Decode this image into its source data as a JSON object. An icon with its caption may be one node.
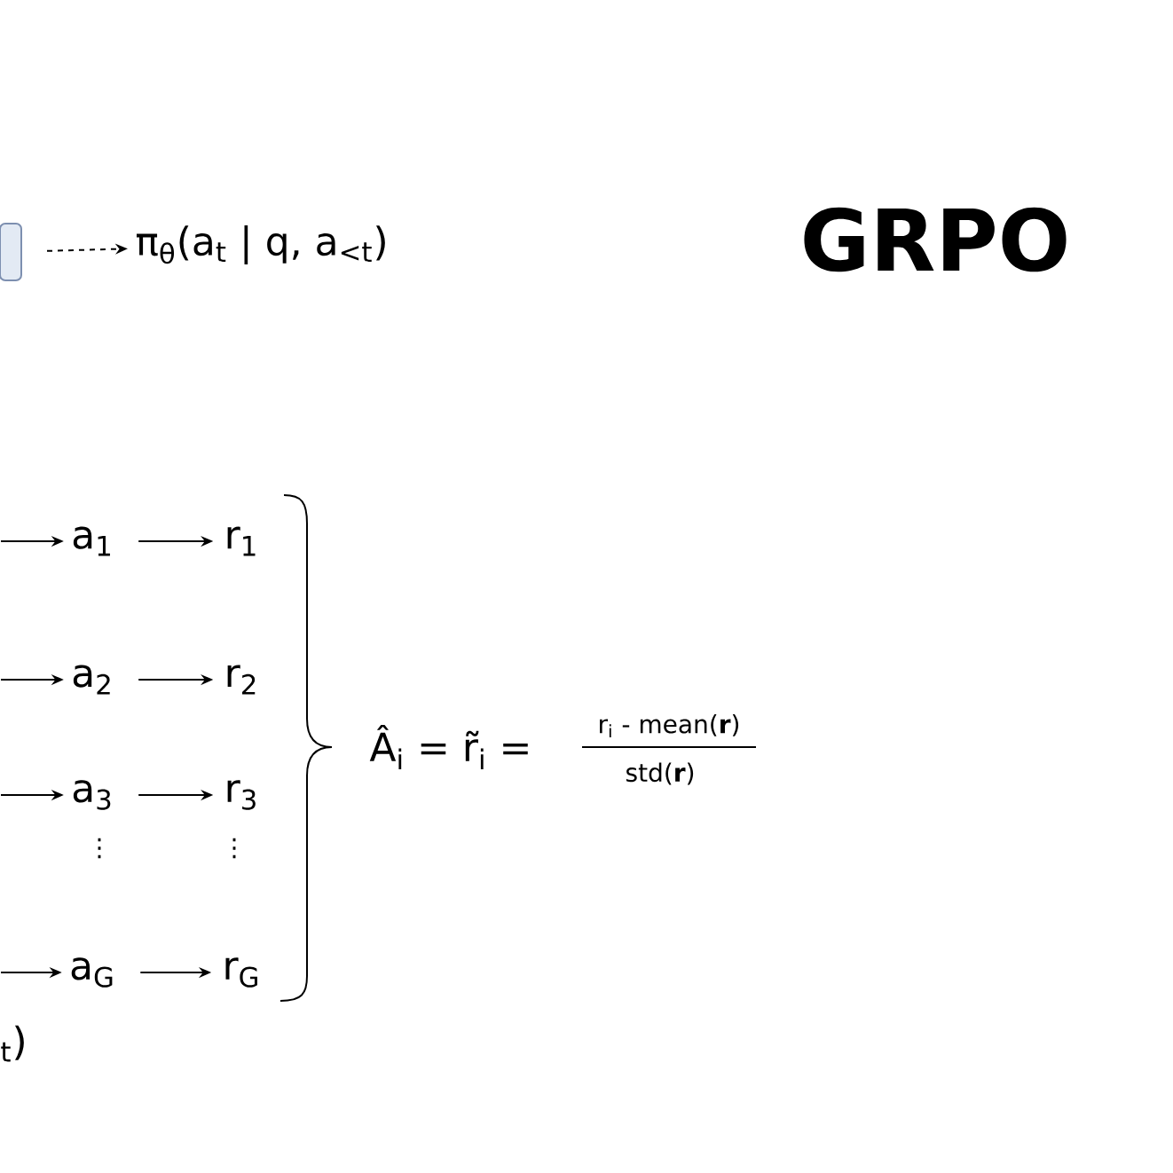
{
  "diagram": {
    "title": "GRPO",
    "nodes": [
      {
        "text": [],
        "shape": "box"
      },
      {
        "text": [
          "π$_{θ}$(a$_{t}$ | q, a$_{<t}$)"
        ]
      },
      {
        "text": [
          "a$_{1}$"
        ]
      },
      {
        "text": [
          "r$_{1}$"
        ]
      },
      {
        "text": [
          "a$_{2}$"
        ]
      },
      {
        "text": [
          "r$_{2}$"
        ]
      },
      {
        "text": [
          "a$_{3}$"
        ]
      },
      {
        "text": [
          "r$_{3}$"
        ]
      },
      {
        "text": [
          "a$_{G}$"
        ]
      },
      {
        "text": [
          "r$_{G}$"
        ]
      }
    ],
    "edges": [
      {
        "from": 0,
        "to": 1,
        "arrow": "to",
        "style": "dashed"
      },
      {
        "from": null,
        "to": 2,
        "arrow": "to"
      },
      {
        "from": 2,
        "to": 3,
        "arrow": "to"
      },
      {
        "from": null,
        "to": 4,
        "arrow": "to"
      },
      {
        "from": 4,
        "to": 5,
        "arrow": "to"
      },
      {
        "from": null,
        "to": 6,
        "arrow": "to"
      },
      {
        "from": 6,
        "to": 7,
        "arrow": "to"
      },
      {
        "from": null,
        "to": 8,
        "arrow": "to"
      },
      {
        "from": 8,
        "to": 9,
        "arrow": "to"
      }
    ],
    "labels": [
      "Â$_{i}$ = r̃$_{i}$ =",
      "r$_{i}$ - mean(**r**)",
      "std(**r**)",
      "⋮",
      "⋮",
      "$_{t}$)"
    ]
  }
}
